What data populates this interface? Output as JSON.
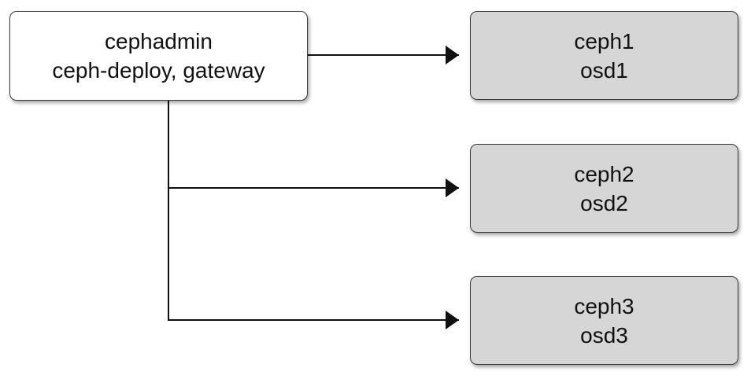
{
  "admin_node": {
    "line1": "cephadmin",
    "line2": "ceph-deploy, gateway"
  },
  "osd_nodes": [
    {
      "host": "ceph1",
      "osd": "osd1"
    },
    {
      "host": "ceph2",
      "osd": "osd2"
    },
    {
      "host": "ceph3",
      "osd": "osd3"
    }
  ],
  "colors": {
    "admin_fill": "#ffffff",
    "osd_fill": "#d6d6d6",
    "stroke": "#3a3a3a",
    "connector": "#111111"
  }
}
